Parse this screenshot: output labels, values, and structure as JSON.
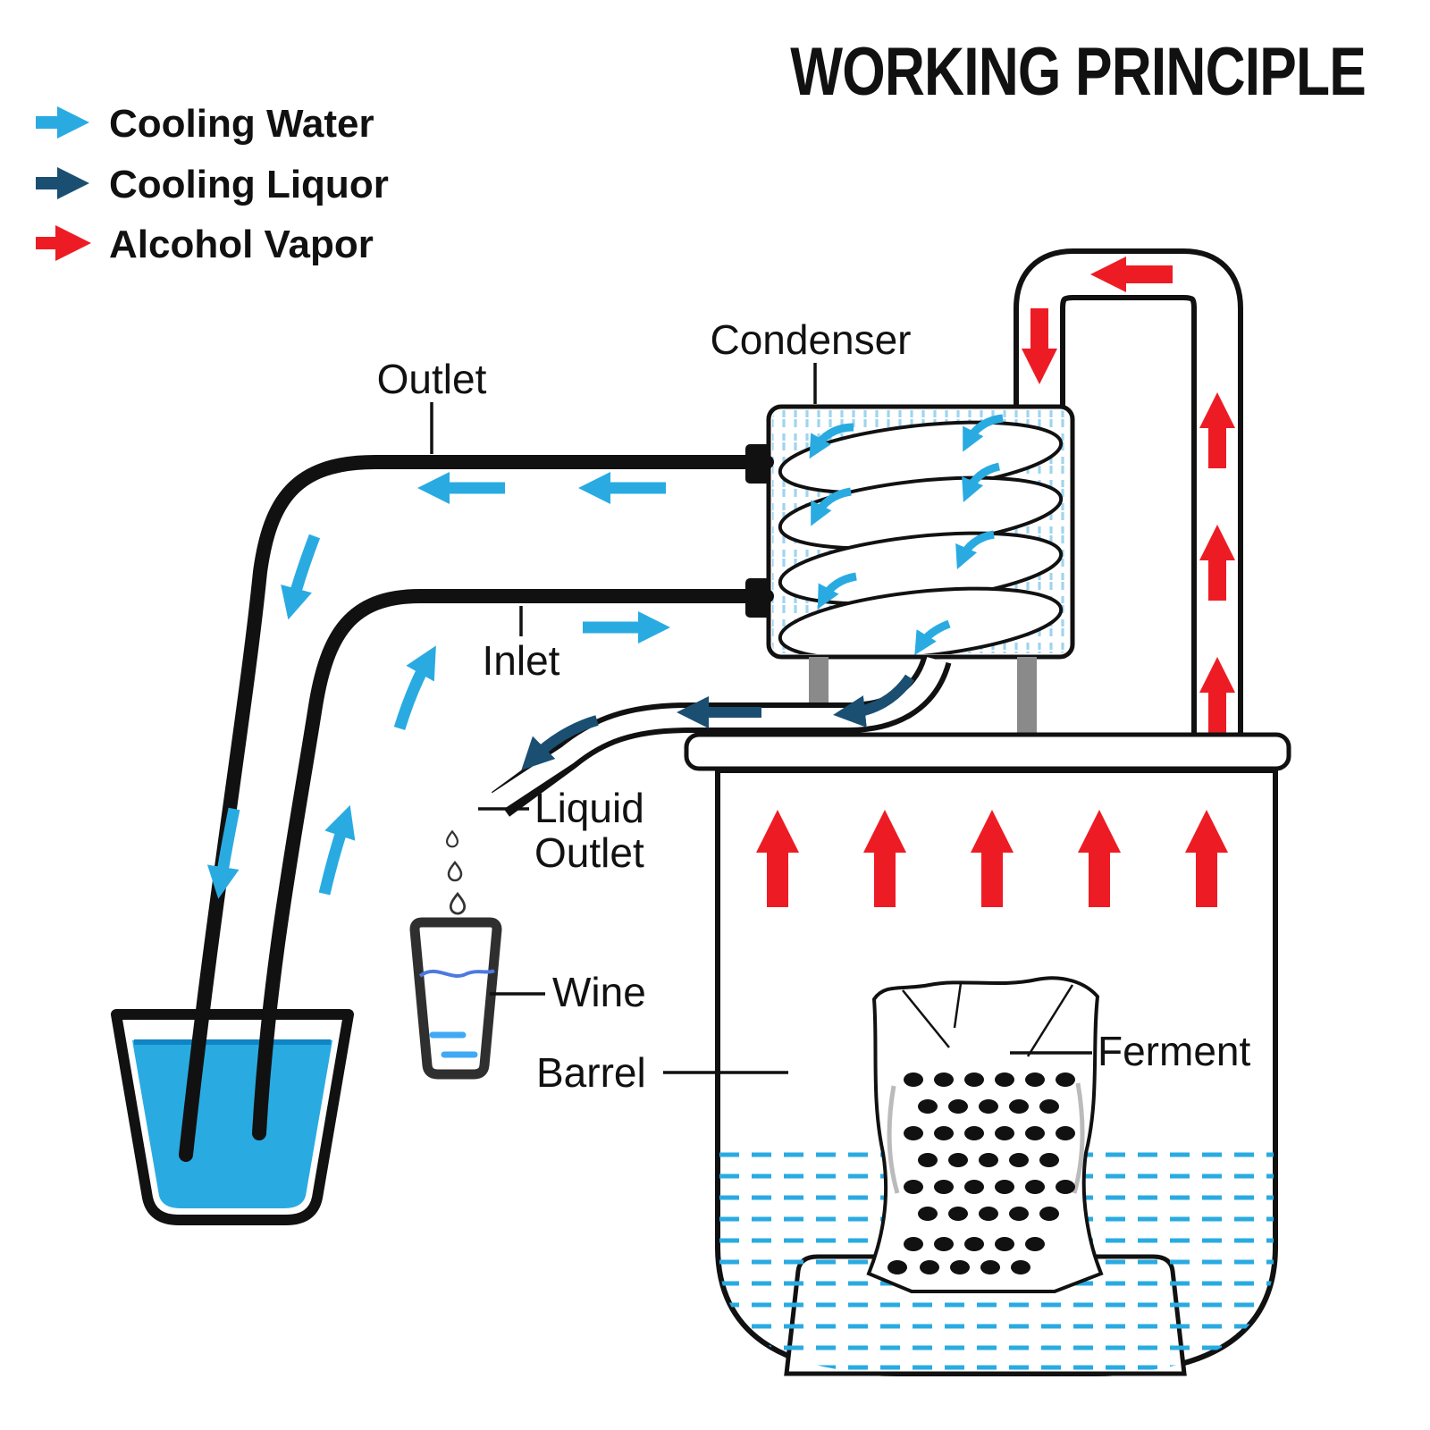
{
  "title": "WORKING PRINCIPLE",
  "legend": {
    "items": [
      {
        "id": "cooling-water",
        "label": "Cooling Water",
        "color": "#29abe2"
      },
      {
        "id": "cooling-liquor",
        "label": "Cooling Liquor",
        "color": "#1b4f72"
      },
      {
        "id": "alcohol-vapor",
        "label": "Alcohol Vapor",
        "color": "#ed1c24"
      }
    ]
  },
  "labels": {
    "condenser": "Condenser",
    "outlet": "Outlet",
    "inlet": "Inlet",
    "liquid_outlet_line1": "Liquid",
    "liquid_outlet_line2": "Outlet",
    "wine": "Wine",
    "barrel": "Barrel",
    "ferment": "Ferment"
  },
  "colors": {
    "cooling_water": "#29abe2",
    "cooling_liquor": "#1b4f72",
    "alcohol_vapor": "#ed1c24",
    "pipe_black": "#111111",
    "condenser_hatch": "#9fd4ef",
    "bucket_water": "#29abe2",
    "condenser_leg_gray": "#8a8a8a",
    "glass_outline": "#2f2f2f",
    "wine_line_blue": "#4d79e0"
  }
}
